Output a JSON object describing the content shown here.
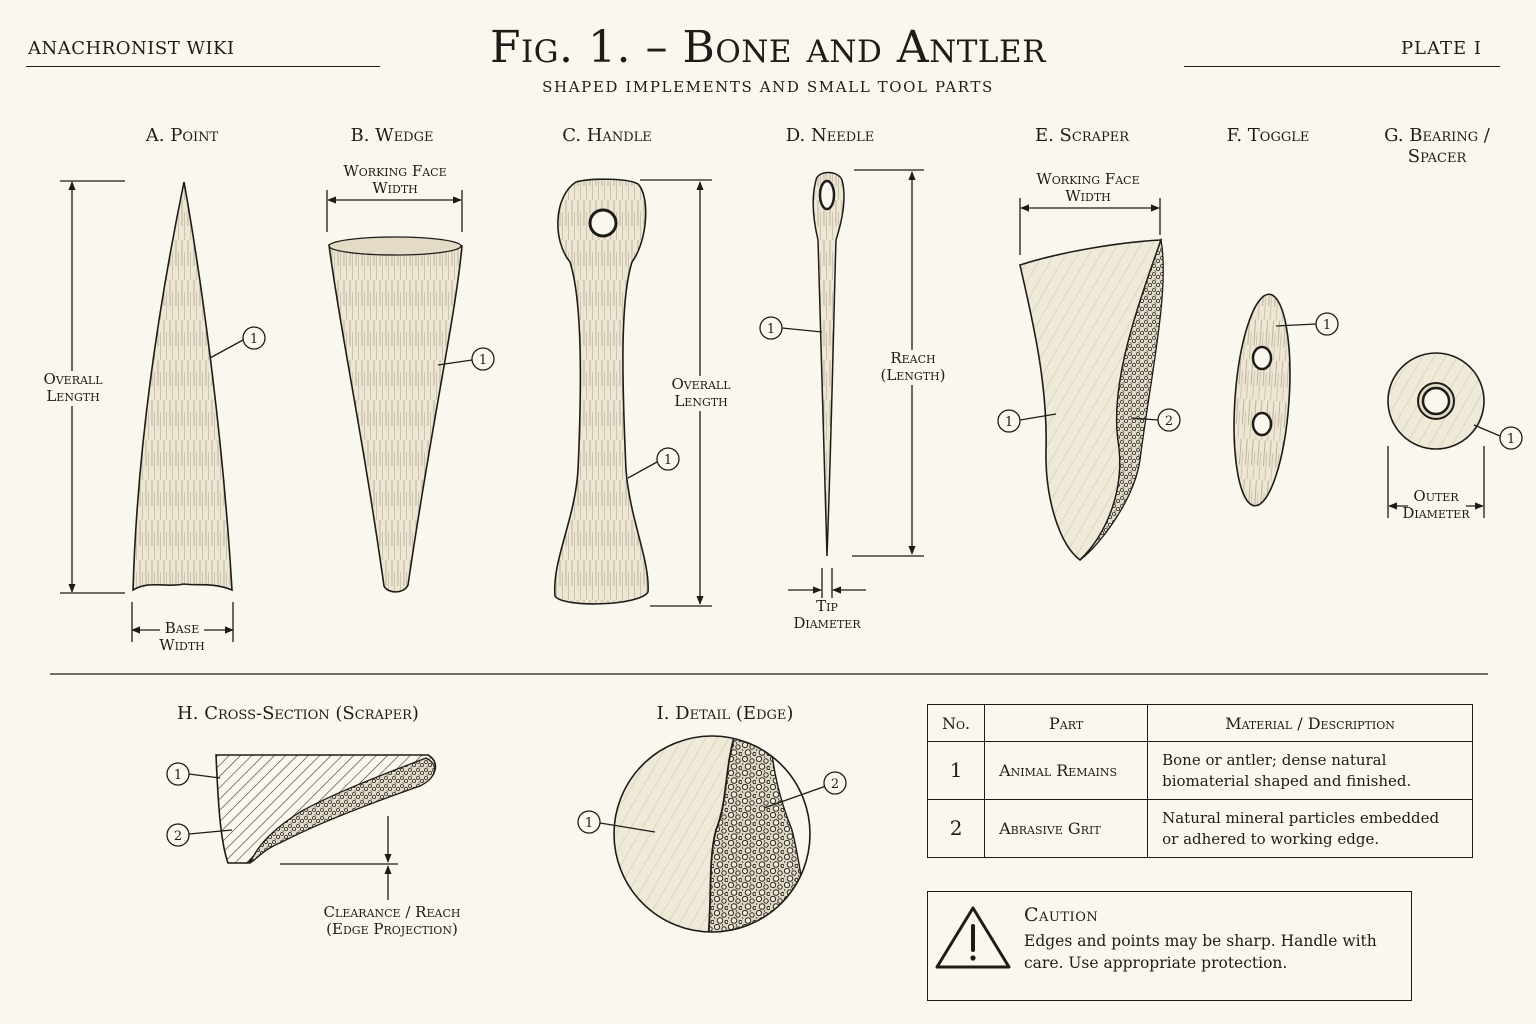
{
  "header": {
    "site_name": "ANACHRONIST WIKI",
    "title": "Fig. 1. – Bone and Antler",
    "subtitle": "SHAPED IMPLEMENTS AND SMALL TOOL PARTS",
    "plate": "PLATE I"
  },
  "figures": {
    "a": {
      "title": "A. Point",
      "dim_length": "Overall Length",
      "dim_base": "Base Width"
    },
    "b": {
      "title": "B. Wedge",
      "dim_face": "Working Face Width"
    },
    "c": {
      "title": "C. Handle",
      "dim_length": "Overall Length"
    },
    "d": {
      "title": "D. Needle",
      "dim_reach": "Reach (Length)",
      "dim_tip": "Tip Diameter"
    },
    "e": {
      "title": "E. Scraper",
      "dim_face": "Working Face Width"
    },
    "f": {
      "title": "F. Toggle"
    },
    "g": {
      "title": "G. Bearing / Spacer",
      "dim_outer": "Outer Diameter"
    },
    "h": {
      "title": "H. Cross-Section (Scraper)",
      "dim_clearance": "Clearance / Reach (Edge Projection)"
    },
    "i": {
      "title": "I. Detail (Edge)"
    }
  },
  "callouts": {
    "one": "1",
    "two": "2"
  },
  "legend": {
    "headers": [
      "No.",
      "Part",
      "Material / Description"
    ],
    "rows": [
      {
        "no": "1",
        "part": "Animal Remains",
        "desc": "Bone or antler; dense natural biomaterial shaped and finished."
      },
      {
        "no": "2",
        "part": "Abrasive Grit",
        "desc": "Natural mineral particles embedded or adhered to working edge."
      }
    ]
  },
  "caution": {
    "title": "Caution",
    "text": "Edges and points may be sharp. Handle with care. Use appropriate protection."
  },
  "colors": {
    "paper": "#faf7ee",
    "ink": "#1e1c19",
    "bone": "#ede6d3"
  }
}
